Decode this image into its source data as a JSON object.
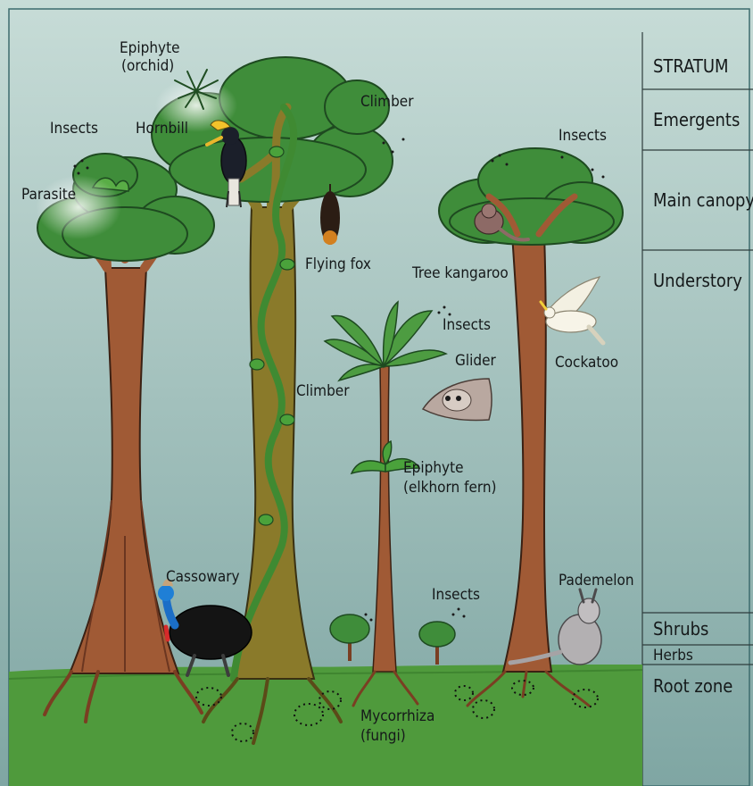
{
  "colors": {
    "sky_top": "#c7dcd7",
    "sky_bottom": "#7fa6a3",
    "ground": "#4f9a3c",
    "foliage": "#3f8d3a",
    "trunk": "#a05a35",
    "climber_trunk": "#8a7a2a",
    "vine": "#3f8a32"
  },
  "icons": [
    "orchid-icon",
    "hornbill-icon",
    "flying-fox-icon",
    "tree-kangaroo-icon",
    "cockatoo-icon",
    "glider-icon",
    "cassowary-icon",
    "pademelon-icon",
    "elkhorn-fern-icon",
    "mycorrhiza-icon"
  ],
  "strata": {
    "header": "STRATUM",
    "emergents": "Emergents",
    "main_canopy": "Main canopy",
    "understory": "Understory",
    "shrubs": "Shrubs",
    "herbs": "Herbs",
    "root_zone": "Root zone"
  },
  "labels": {
    "epiphyte_orchid_1": "Epiphyte",
    "epiphyte_orchid_2": "(orchid)",
    "climber_top": "Climber",
    "insects_left": "Insects",
    "hornbill": "Hornbill",
    "parasite": "Parasite",
    "flying_fox": "Flying fox",
    "insects_right": "Insects",
    "tree_kangaroo": "Tree kangaroo",
    "insects_mid": "Insects",
    "glider": "Glider",
    "cockatoo": "Cockatoo",
    "climber_mid": "Climber",
    "epiphyte_fern_1": "Epiphyte",
    "epiphyte_fern_2": "(elkhorn fern)",
    "cassowary": "Cassowary",
    "insects_low": "Insects",
    "pademelon": "Pademelon",
    "mycorrhiza_1": "Mycorrhiza",
    "mycorrhiza_2": "(fungi)"
  }
}
